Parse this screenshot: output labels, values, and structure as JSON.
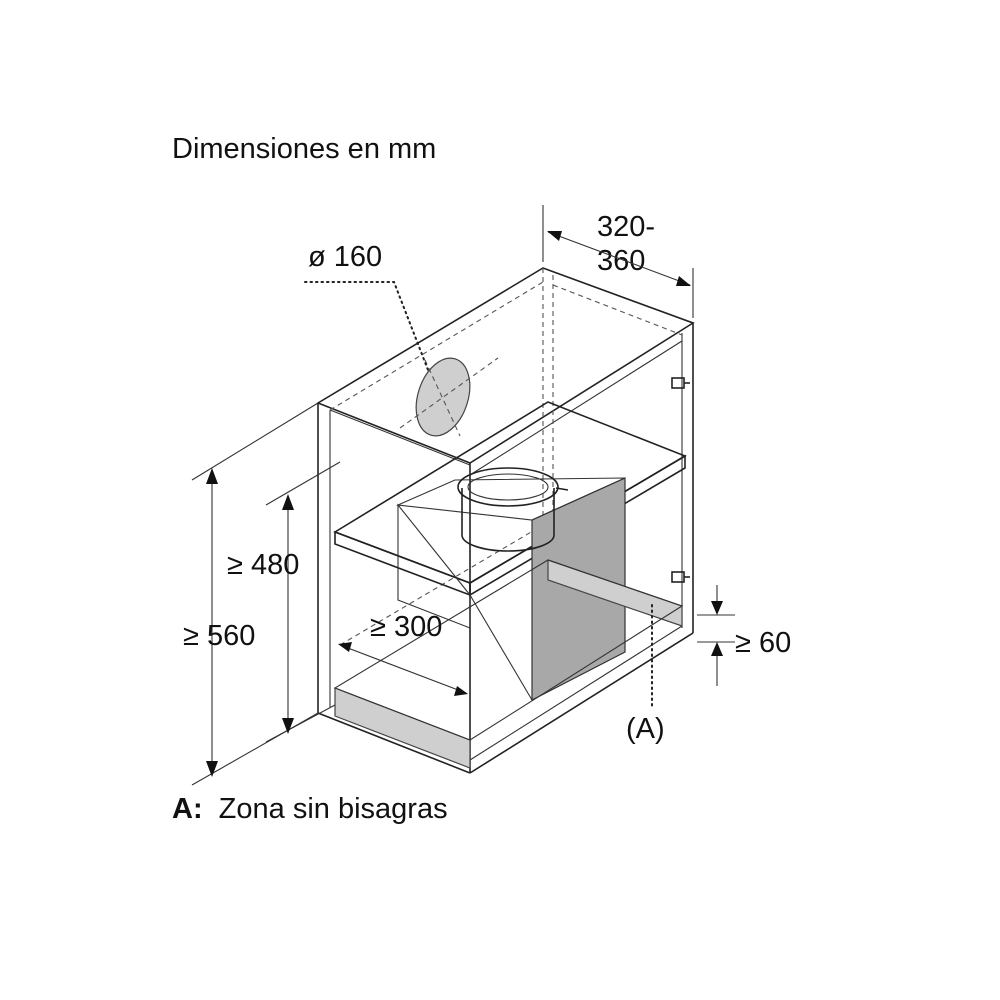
{
  "title": "Dimensiones en mm",
  "legend": {
    "key": "A:",
    "text": "Zona sin bisagras"
  },
  "dimensions": {
    "diameter": "ø 160",
    "depth_line1": "320-",
    "depth_line2": "360",
    "inner_height": "≥ 480",
    "total_height": "≥ 560",
    "inner_width": "≥ 300",
    "bottom_gap": "≥ 60",
    "zone_marker": "(A)"
  },
  "colors": {
    "line": "#222222",
    "panel": "#cfcfcf",
    "duct": "#a8a8a8"
  }
}
